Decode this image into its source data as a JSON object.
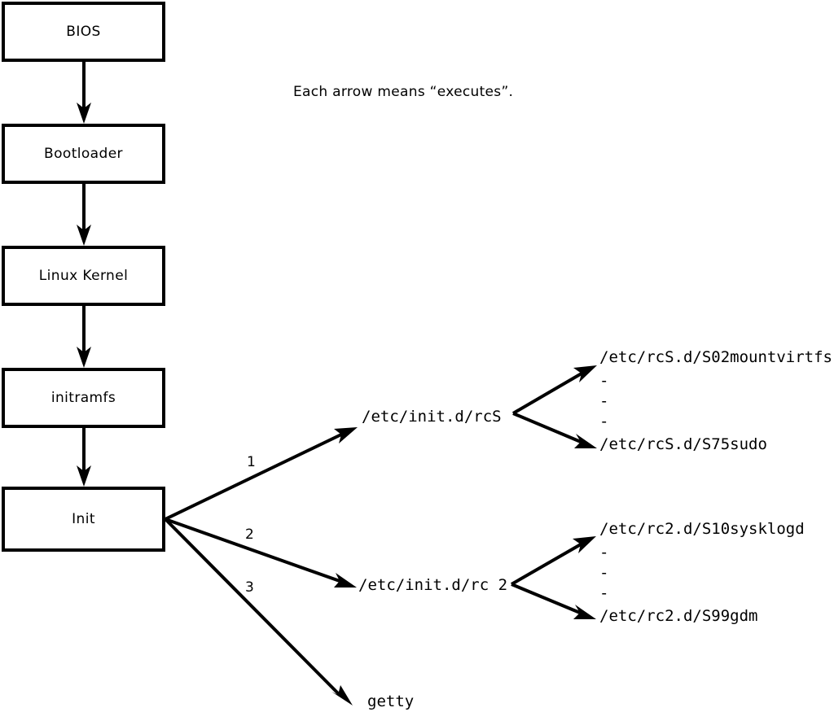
{
  "diagram": {
    "caption": "Each arrow means “executes”.",
    "boot_chain": [
      {
        "label": "BIOS"
      },
      {
        "label": "Bootloader"
      },
      {
        "label": "Linux Kernel"
      },
      {
        "label": "initramfs"
      },
      {
        "label": "Init"
      }
    ],
    "init_edges": [
      {
        "number": "1",
        "target": "/etc/init.d/rcS"
      },
      {
        "number": "2",
        "target": "/etc/init.d/rc 2"
      },
      {
        "number": "3",
        "target": "getty"
      }
    ],
    "targets": {
      "rcs": "/etc/init.d/rcS",
      "rc2": "/etc/init.d/rc 2",
      "getty": "getty"
    },
    "rcs_branch": {
      "first": "/etc/rcS.d/S02mountvirtfs",
      "last": "/etc/rcS.d/S75sudo",
      "ellipsis": [
        "-",
        "-",
        "-"
      ]
    },
    "rc2_branch": {
      "first": "/etc/rc2.d/S10sysklogd",
      "last": "/etc/rc2.d/S99gdm",
      "ellipsis": [
        "-",
        "-",
        "-"
      ]
    },
    "colors": {
      "stroke": "#000000",
      "fill": "#ffffff",
      "text": "#000000"
    }
  }
}
